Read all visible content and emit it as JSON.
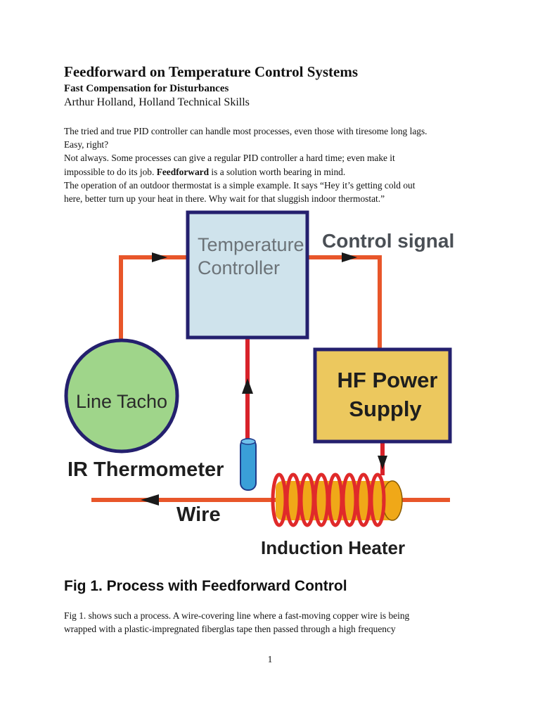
{
  "document": {
    "title": "Feedforward on Temperature Control Systems",
    "subtitle": "Fast Compensation for Disturbances",
    "author": "Arthur Holland, Holland Technical Skills",
    "intro": {
      "line1": "The tried and true PID controller can handle most processes, even those with tiresome long lags.",
      "line2": "Easy, right?",
      "line3": "Not always. Some processes can give a regular PID controller a hard time; even make it",
      "line4_before": "impossible to do its job. ",
      "line4_bold": "Feedforward",
      "line4_after": " is a solution worth bearing in mind.",
      "line5": "The operation of an outdoor thermostat is a simple example. It says “Hey it’s getting cold out",
      "line6": "here, better turn up your heat in there. Why wait for that sluggish indoor thermostat.”"
    },
    "figure": {
      "caption": "Fig 1. Process with Feedforward Control",
      "labels": {
        "controller_line1": "Temperature",
        "controller_line2": "Controller",
        "control_signal": "Control signal",
        "power_supply_line1": "HF Power",
        "power_supply_line2": "Supply",
        "line_tacho": "Line Tacho",
        "ir_thermometer": "IR Thermometer",
        "wire": "Wire",
        "induction_heater": "Induction  Heater"
      },
      "colors": {
        "signal_line": "#e8562a",
        "feedback_line": "#d8222a",
        "controller_fill": "#cfe3ec",
        "box_border": "#24206e",
        "power_supply_fill": "#ecc85e",
        "tacho_fill": "#9fd58a",
        "coil": "#e02a2a",
        "core": "#f0a818",
        "thermometer": "#3a9fd8"
      }
    },
    "body_text": {
      "line1": "Fig 1. shows such a process. A wire-covering line where a fast-moving copper wire is being",
      "line2": "wrapped with a plastic-impregnated fiberglas tape then passed through a high frequency"
    },
    "page_number": "1"
  }
}
